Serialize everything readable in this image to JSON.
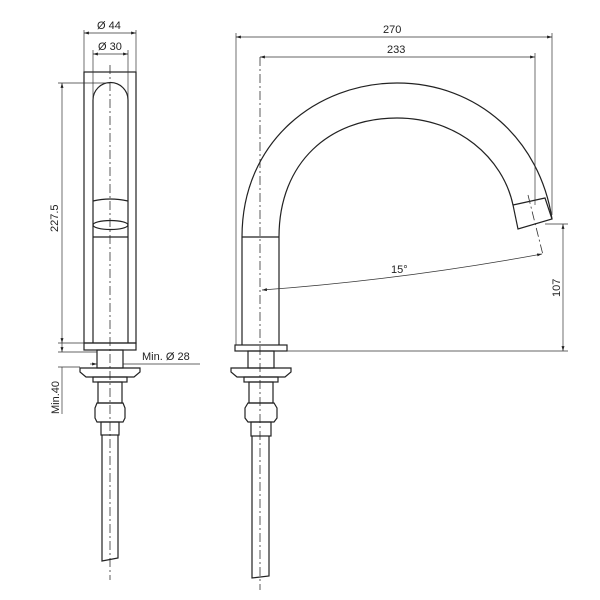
{
  "side_view": {
    "dim_outer_diameter": "Ø 44",
    "dim_inner_diameter": "Ø 30",
    "dim_height": "227.5",
    "dim_hole": "Min. Ø 28",
    "dim_min_depth": "Min.40"
  },
  "front_view": {
    "dim_total_reach": "270",
    "dim_spout_reach": "233",
    "dim_spout_height": "107",
    "dim_angle": "15°"
  },
  "colors": {
    "line": "#222222",
    "background": "#ffffff"
  }
}
